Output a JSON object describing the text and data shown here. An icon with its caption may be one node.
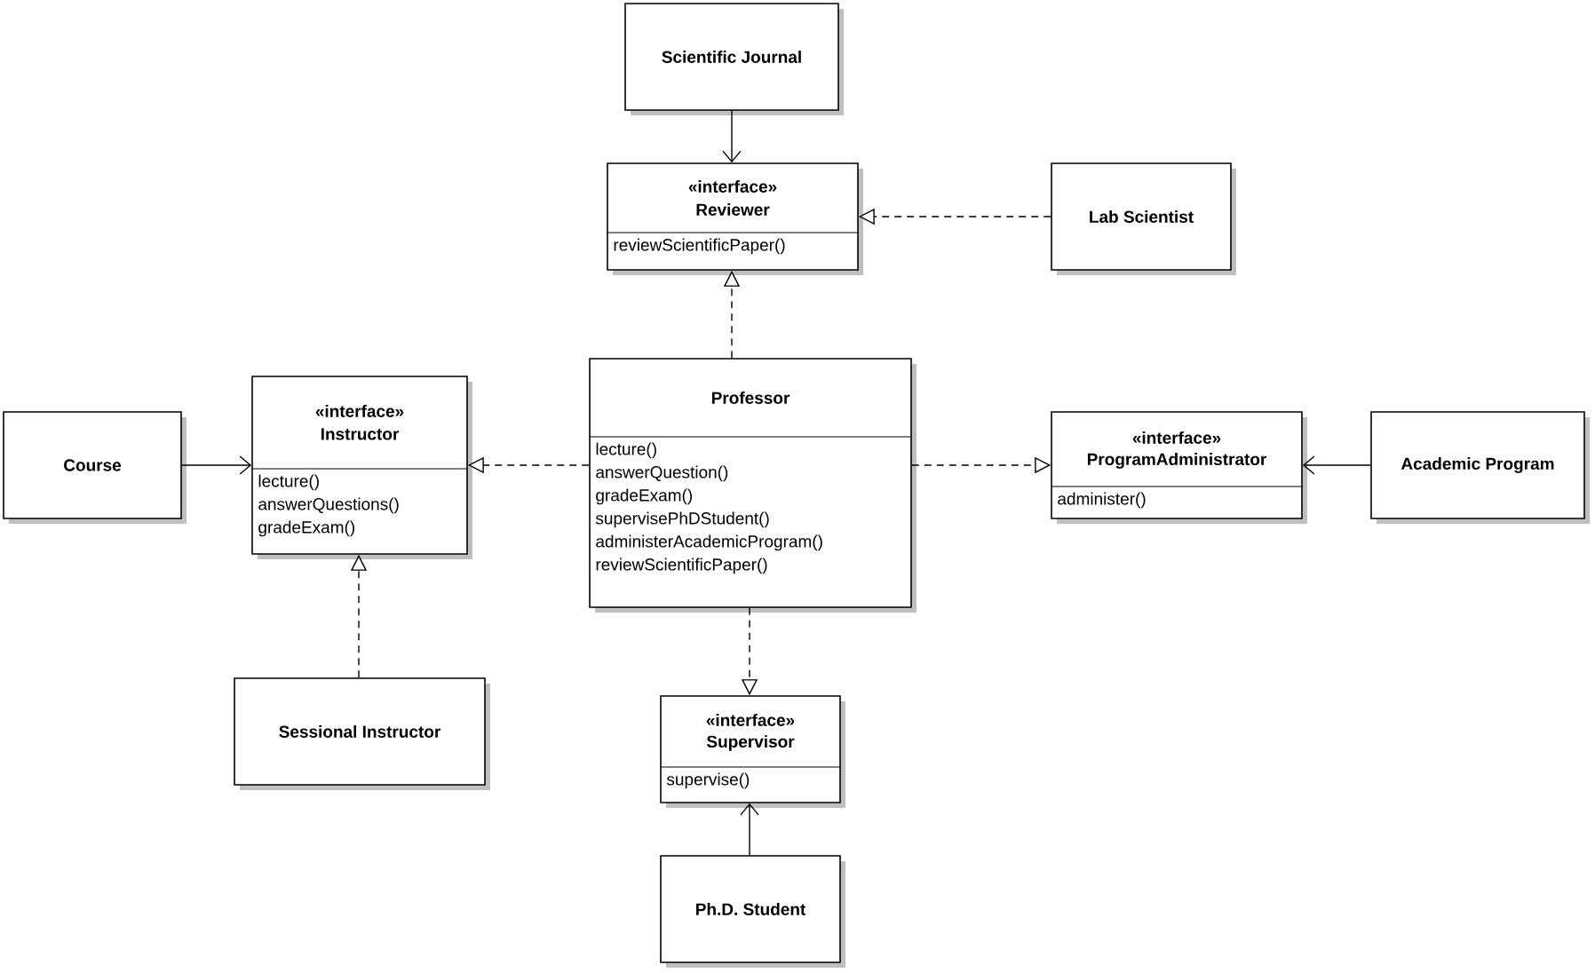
{
  "diagram": {
    "nodes": [
      {
        "text": [
          "Scientific Journal"
        ]
      },
      {
        "text": [
          "«interface»",
          "Reviewer",
          "reviewScientificPaper()"
        ]
      },
      {
        "text": [
          "Lab Scientist"
        ]
      },
      {
        "text": [
          "Course"
        ]
      },
      {
        "text": [
          "«interface»",
          "Instructor",
          "lecture()",
          "answerQuestions()",
          "gradeExam()"
        ]
      },
      {
        "text": [
          "Professor",
          "lecture()",
          "answerQuestion()",
          "gradeExam()",
          "supervisePhDStudent()",
          "administerAcademicProgram()",
          "reviewScientificPaper()"
        ]
      },
      {
        "text": [
          "«interface»",
          "ProgramAdministrator",
          "administer()"
        ]
      },
      {
        "text": [
          "Academic Program"
        ]
      },
      {
        "text": [
          "Sessional Instructor"
        ]
      },
      {
        "text": [
          "«interface»",
          "Supervisor",
          "supervise()"
        ]
      },
      {
        "text": [
          "Ph.D. Student"
        ]
      }
    ],
    "edges": [
      {
        "from": 0,
        "to": 1,
        "arrow": "to"
      },
      {
        "from": 2,
        "to": 1,
        "arrow": "to",
        "style": "dashed"
      },
      {
        "from": 5,
        "to": 1,
        "arrow": "to",
        "style": "dashed"
      },
      {
        "from": 3,
        "to": 4,
        "arrow": "to"
      },
      {
        "from": 5,
        "to": 4,
        "arrow": "to",
        "style": "dashed"
      },
      {
        "from": 5,
        "to": 6,
        "arrow": "to",
        "style": "dashed"
      },
      {
        "from": 7,
        "to": 6,
        "arrow": "to"
      },
      {
        "from": 8,
        "to": 4,
        "arrow": "to",
        "style": "dashed"
      },
      {
        "from": 5,
        "to": 9,
        "arrow": "to",
        "style": "dashed"
      },
      {
        "from": 10,
        "to": 9,
        "arrow": "to"
      }
    ]
  }
}
